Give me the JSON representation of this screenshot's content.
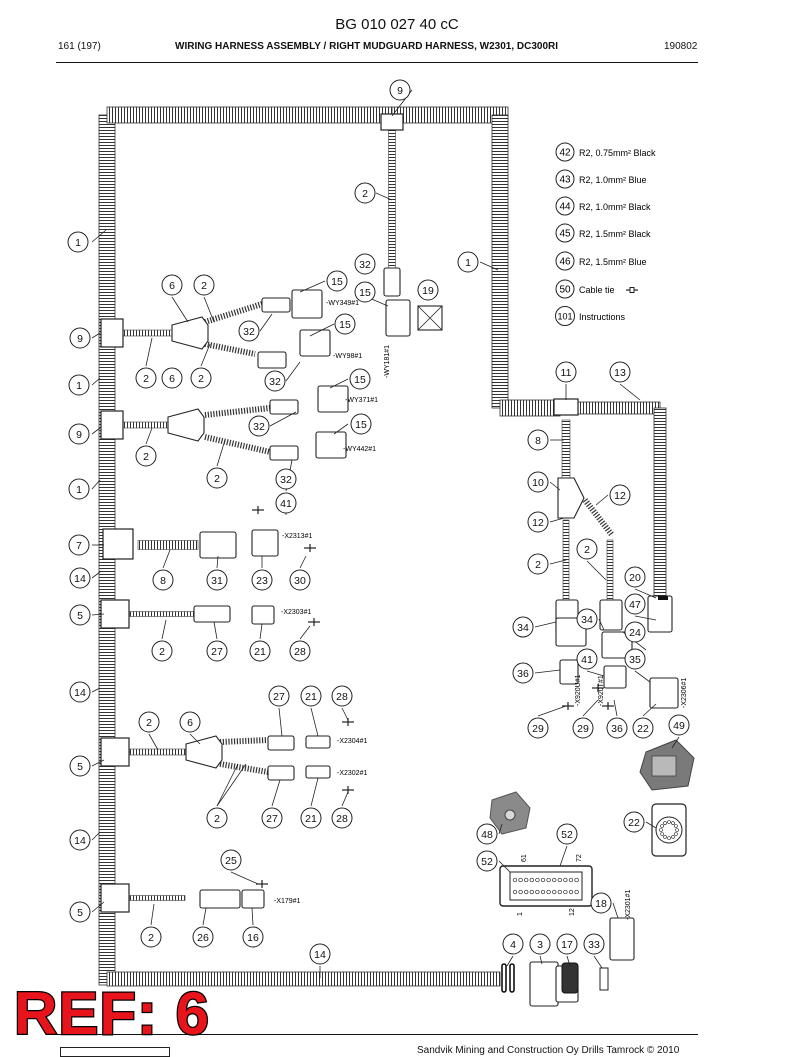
{
  "header": {
    "doc_number": "BG 010 027 40 cC",
    "page": "161 (197)",
    "title": "WIRING HARNESS ASSEMBLY / RIGHT MUDGUARD HARNESS, W2301, DC300RI",
    "date": "190802"
  },
  "footer": {
    "copyright": "Sandvik Mining and Construction Oy Drills Tamrock © 2010"
  },
  "ref_stamp": "REF: 6",
  "legend": [
    {
      "num": "42",
      "label": "R2, 0.75mm² Black"
    },
    {
      "num": "43",
      "label": "R2, 1.0mm² Blue"
    },
    {
      "num": "44",
      "label": "R2, 1.0mm² Black"
    },
    {
      "num": "45",
      "label": "R2, 1.5mm² Black"
    },
    {
      "num": "46",
      "label": "R2, 1.5mm² Blue"
    },
    {
      "num": "50",
      "label": "Cable tie"
    },
    {
      "num": "101",
      "label": "Instructions"
    }
  ],
  "connector_labels": [
    "-WY349#1",
    "-WY98#1",
    "-WY371#1",
    "-WY442#1",
    "-WY181#1",
    "-X2313#1",
    "-X2303#1",
    "-X2304#1",
    "-X2302#1",
    "-X179#1",
    "-X920U#1",
    "-X920T#1",
    "-X2306#1",
    "-X2301#1"
  ],
  "connector_pin_labels": [
    "61",
    "72",
    "1",
    "12"
  ],
  "callouts": [
    "9",
    "2",
    "1",
    "1",
    "32",
    "6",
    "2",
    "15",
    "15",
    "19",
    "9",
    "32",
    "15",
    "1",
    "2",
    "6",
    "2",
    "32",
    "15",
    "9",
    "32",
    "15",
    "2",
    "2",
    "32",
    "1",
    "41",
    "7",
    "14",
    "8",
    "31",
    "23",
    "30",
    "5",
    "2",
    "27",
    "21",
    "28",
    "14",
    "27",
    "21",
    "28",
    "2",
    "6",
    "5",
    "2",
    "27",
    "21",
    "28",
    "14",
    "25",
    "5",
    "2",
    "26",
    "16",
    "14",
    "11",
    "13",
    "8",
    "10",
    "12",
    "12",
    "2",
    "2",
    "20",
    "47",
    "34",
    "34",
    "24",
    "36",
    "41",
    "35",
    "29",
    "29",
    "36",
    "22",
    "49",
    "22",
    "48",
    "52",
    "52",
    "18",
    "4",
    "3",
    "17",
    "33"
  ]
}
